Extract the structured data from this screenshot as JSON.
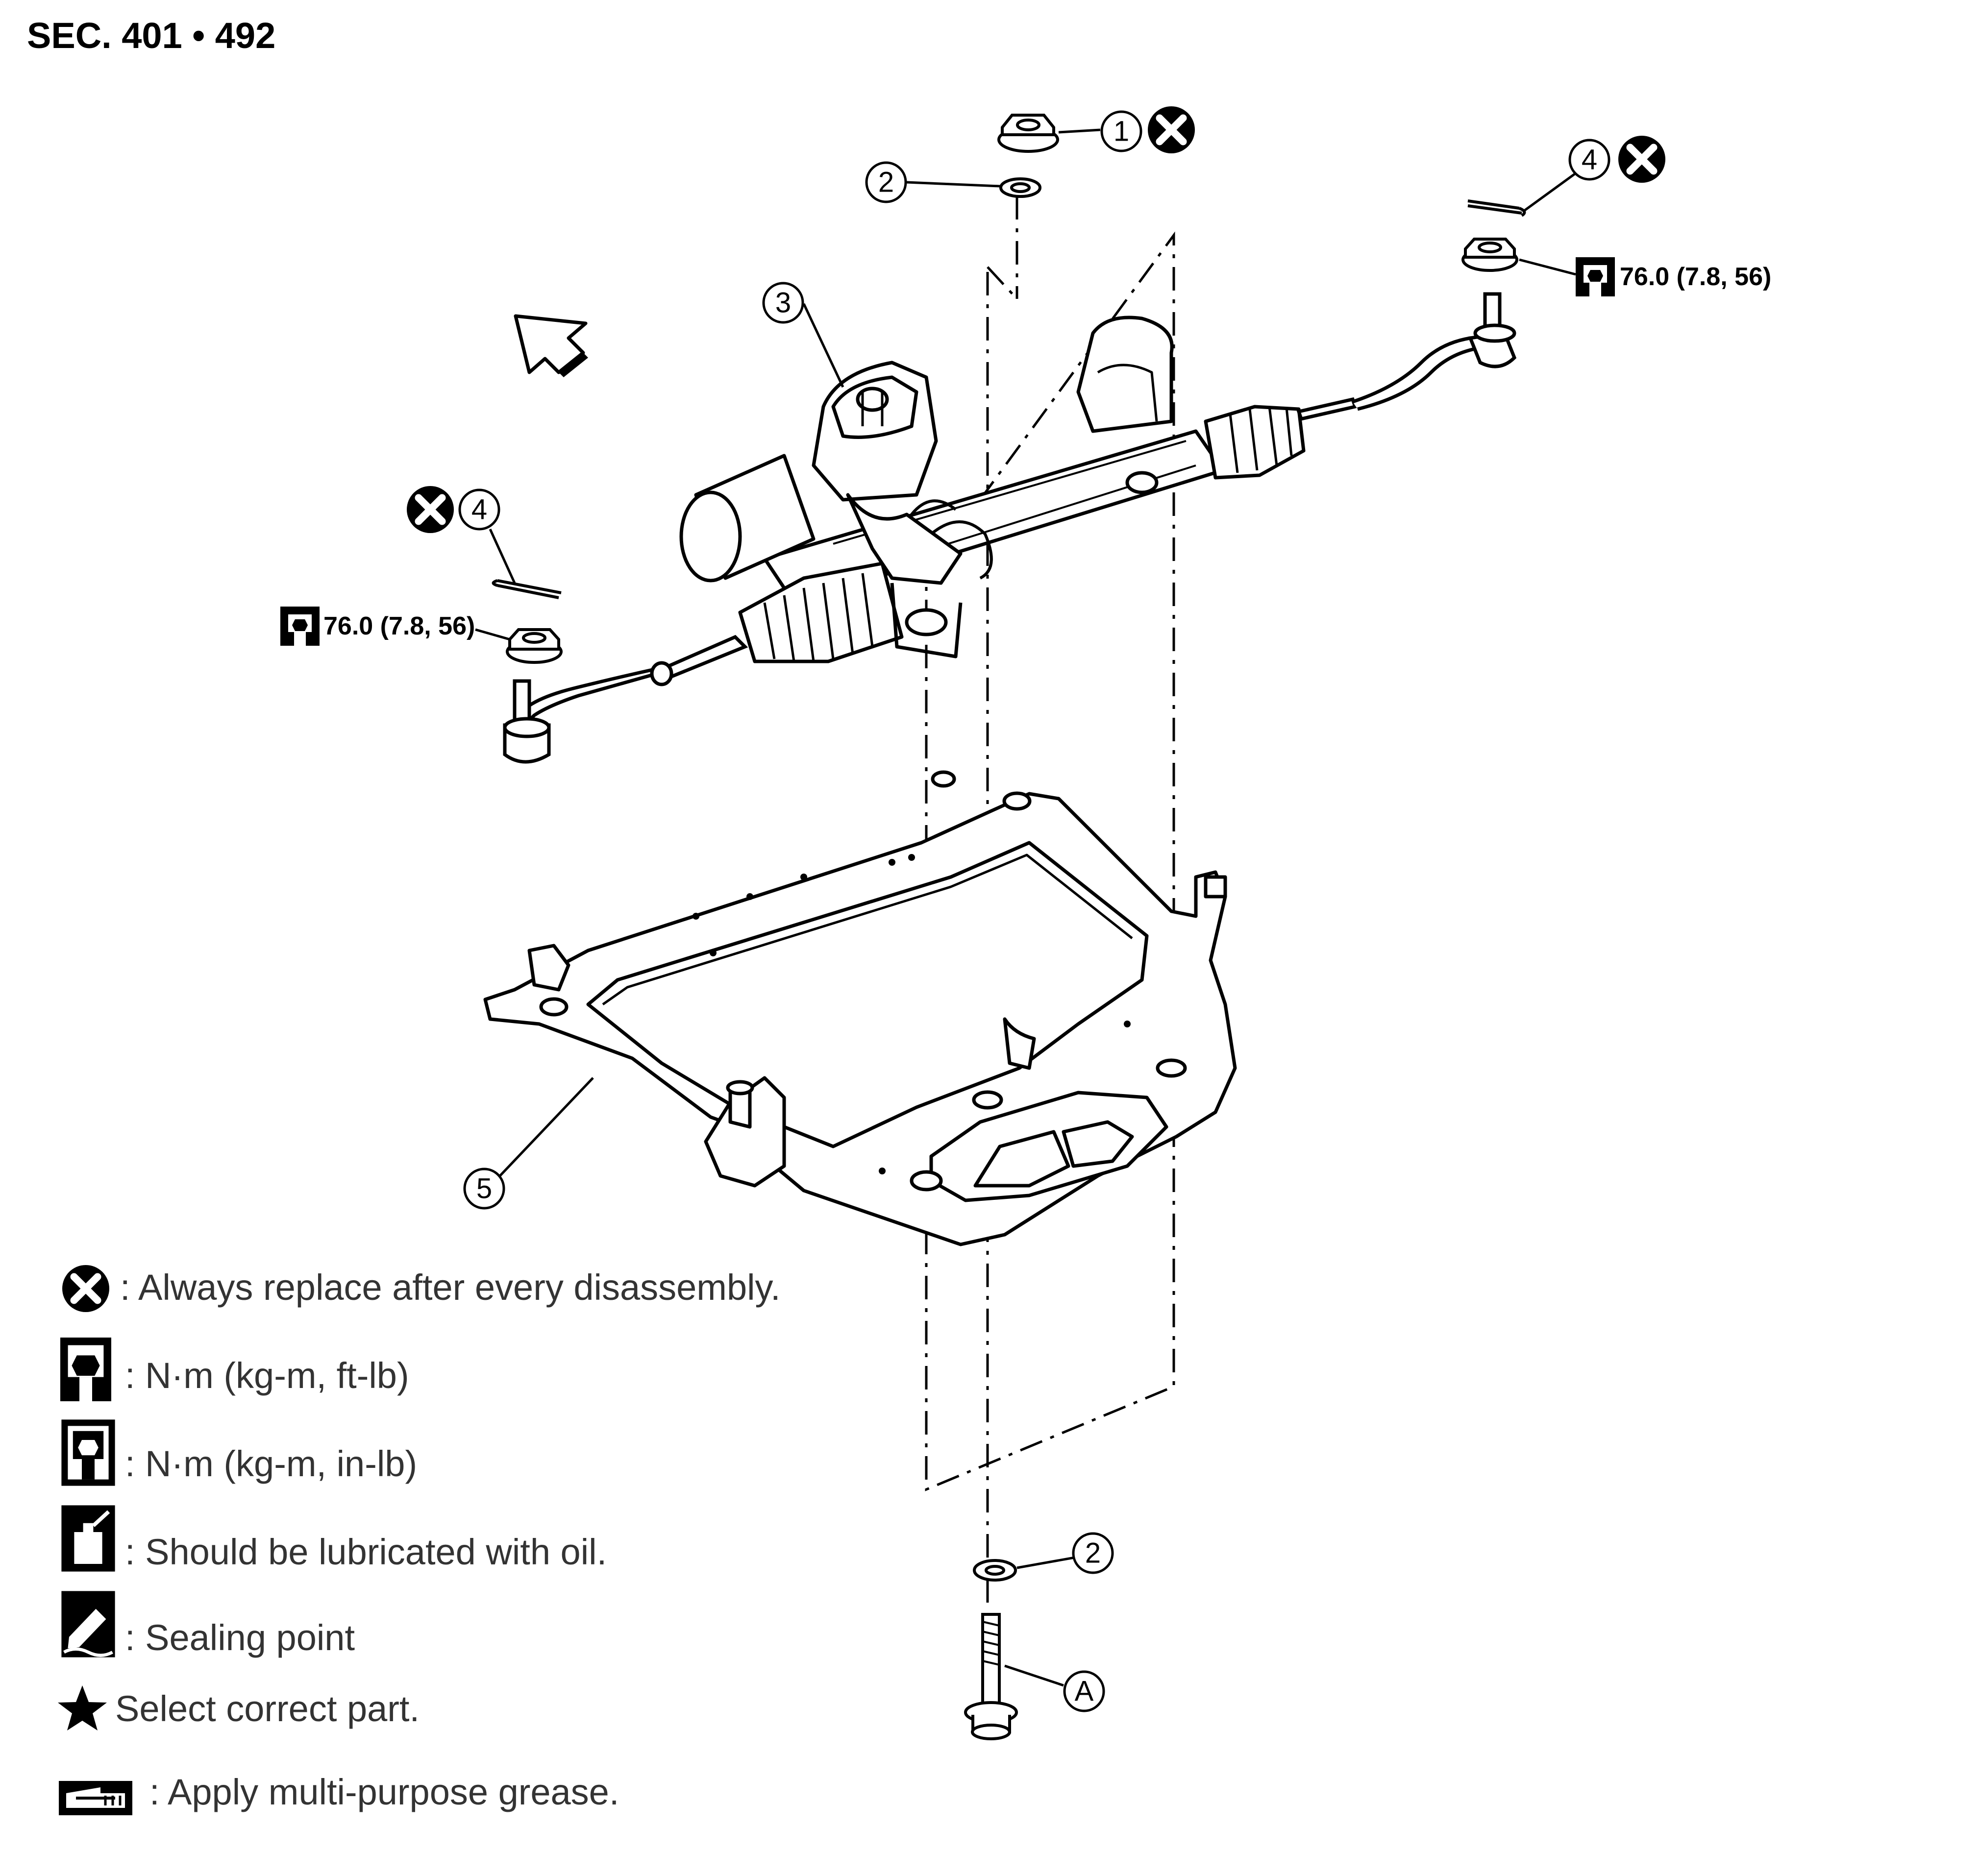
{
  "header": {
    "section": "SEC. 401 • 492"
  },
  "callouts": {
    "c1": "1",
    "c2_top": "2",
    "c2_bottom": "2",
    "c3": "3",
    "c4_right": "4",
    "c4_left": "4",
    "c5": "5",
    "cA": "A"
  },
  "torque": {
    "right_tie_rod_nut": "76.0 (7.8, 56)",
    "left_tie_rod_nut": "76.0 (7.8, 56)"
  },
  "legend": {
    "replace": ": Always replace after every disassembly.",
    "torque_ftlb": ": N·m (kg-m, ft-lb)",
    "torque_inlb": ": N·m (kg-m, in-lb)",
    "oil": ": Should be lubricated with oil.",
    "sealing": ": Sealing point",
    "select": "Select correct part.",
    "grease": ": Apply multi-purpose grease."
  },
  "icons": {
    "replace": "replace-x-icon",
    "torque_ftlb": "torque-wrench-icon",
    "torque_inlb": "torque-wrench-inlb-icon",
    "oil": "oil-can-icon",
    "sealing": "sealing-point-icon",
    "select": "star-icon",
    "grease": "grease-icon",
    "front": "front-direction-arrow-icon"
  }
}
